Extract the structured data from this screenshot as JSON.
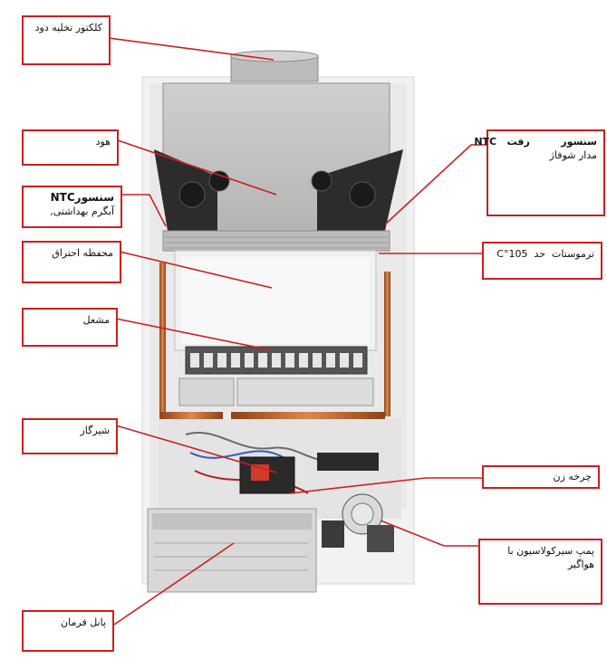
{
  "colors": {
    "leader": "#cc1f1f",
    "case": "#f4f4f4",
    "metal": "#c9c9c9",
    "copper": "#c56a2c"
  },
  "labels": {
    "flue_collector": "کلکتور تخلیه دود",
    "hood": "هود",
    "ntc_dhw_line1": "سنسورNTC",
    "ntc_dhw_line2": "آبگرم بهداشتی,",
    "ntc_heating_line1": "سنسور         رفت   NTC",
    "ntc_heating_line2": "مدار شوفاژ",
    "combustion_chamber": "محفظه احتراق",
    "thermostat": "ترموستات  حد  105°C",
    "burner": "مشعل",
    "gas_valve": "شیرگاز",
    "water_wheel": "چرخه زن",
    "circulation_pump": "پمپ سیرکولاسیون با هواگیر",
    "control_panel": "پانل فرمان"
  }
}
